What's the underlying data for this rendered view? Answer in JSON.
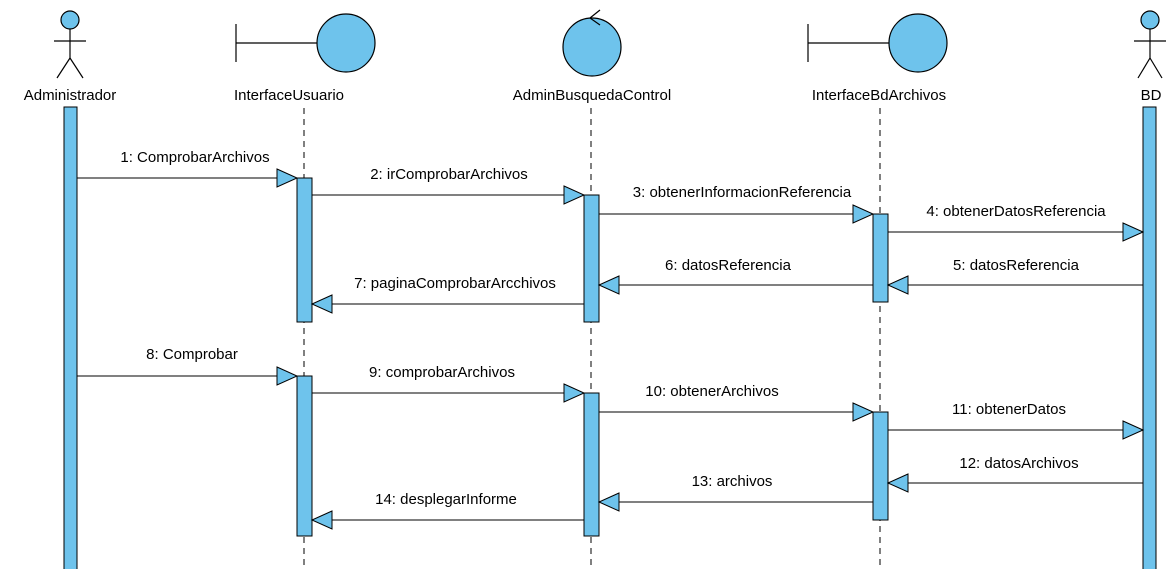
{
  "colors": {
    "fill": "#6ec3ec",
    "stroke": "#000000",
    "background": "#ffffff"
  },
  "participants": [
    {
      "id": "administrador",
      "kind": "actor",
      "label": "Administrador"
    },
    {
      "id": "interface-usuario",
      "kind": "boundary",
      "label": "InterfaceUsuario"
    },
    {
      "id": "admin-busqueda-control",
      "kind": "control",
      "label": "AdminBusquedaControl"
    },
    {
      "id": "interface-bd-archivos",
      "kind": "boundary",
      "label": "InterfaceBdArchivos"
    },
    {
      "id": "bd",
      "kind": "actor",
      "label": "BD"
    }
  ],
  "messages": [
    {
      "n": 1,
      "label": "1: ComprobarArchivos",
      "from": 0,
      "to": 1
    },
    {
      "n": 2,
      "label": "2: irComprobarArchivos",
      "from": 1,
      "to": 2
    },
    {
      "n": 3,
      "label": "3: obtenerInformacionReferencia",
      "from": 2,
      "to": 3
    },
    {
      "n": 4,
      "label": "4: obtenerDatosReferencia",
      "from": 3,
      "to": 4
    },
    {
      "n": 5,
      "label": "5: datosReferencia",
      "from": 4,
      "to": 3
    },
    {
      "n": 6,
      "label": "6: datosReferencia",
      "from": 3,
      "to": 2
    },
    {
      "n": 7,
      "label": "7: paginaComprobarArcchivos",
      "from": 2,
      "to": 1
    },
    {
      "n": 8,
      "label": "8: Comprobar",
      "from": 0,
      "to": 1
    },
    {
      "n": 9,
      "label": "9: comprobarArchivos",
      "from": 1,
      "to": 2
    },
    {
      "n": 10,
      "label": "10: obtenerArchivos",
      "from": 2,
      "to": 3
    },
    {
      "n": 11,
      "label": "11: obtenerDatos",
      "from": 3,
      "to": 4
    },
    {
      "n": 12,
      "label": "12: datosArchivos",
      "from": 4,
      "to": 3
    },
    {
      "n": 13,
      "label": "13: archivos",
      "from": 3,
      "to": 2
    },
    {
      "n": 14,
      "label": "14: desplegarInforme",
      "from": 2,
      "to": 1
    }
  ]
}
